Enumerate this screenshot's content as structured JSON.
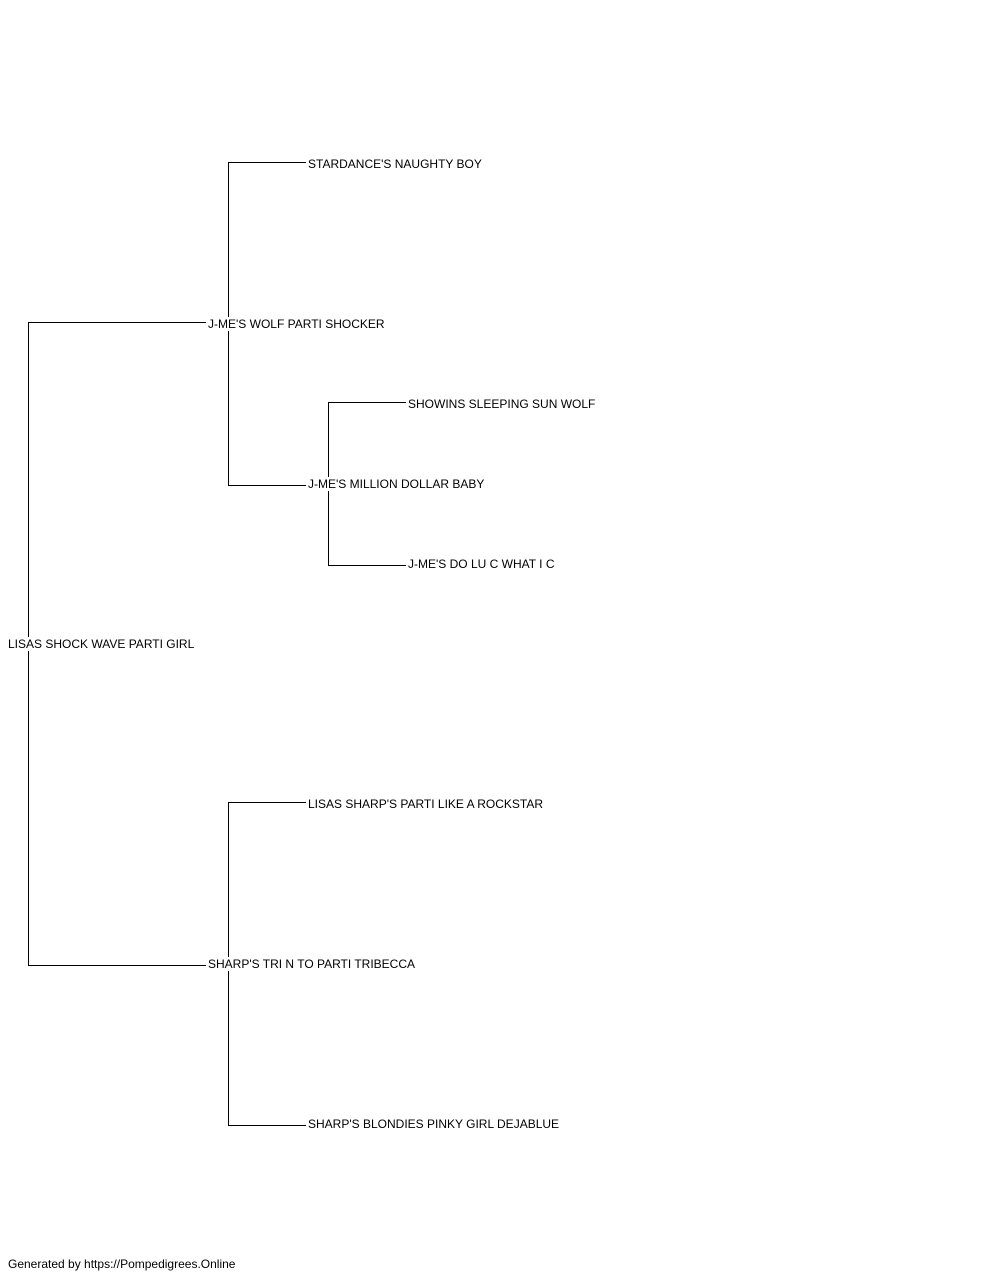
{
  "pedigree": {
    "subject": "LISAS SHOCK WAVE PARTI GIRL",
    "sire": "J-ME'S WOLF PARTI SHOCKER",
    "dam": "SHARP'S TRI N TO PARTI TRIBECCA",
    "sire_sire": "STARDANCE'S NAUGHTY BOY",
    "sire_dam": "J-ME'S MILLION DOLLAR BABY",
    "sire_dam_sire": "SHOWINS SLEEPING SUN WOLF",
    "sire_dam_dam": "J-ME'S DO LU C WHAT I C",
    "dam_sire": "LISAS SHARP'S PARTI LIKE A ROCKSTAR",
    "dam_dam": "SHARP'S BLONDIES PINKY GIRL DEJABLUE"
  },
  "footer": {
    "credit": "Generated by https://Pompedigrees.Online"
  }
}
